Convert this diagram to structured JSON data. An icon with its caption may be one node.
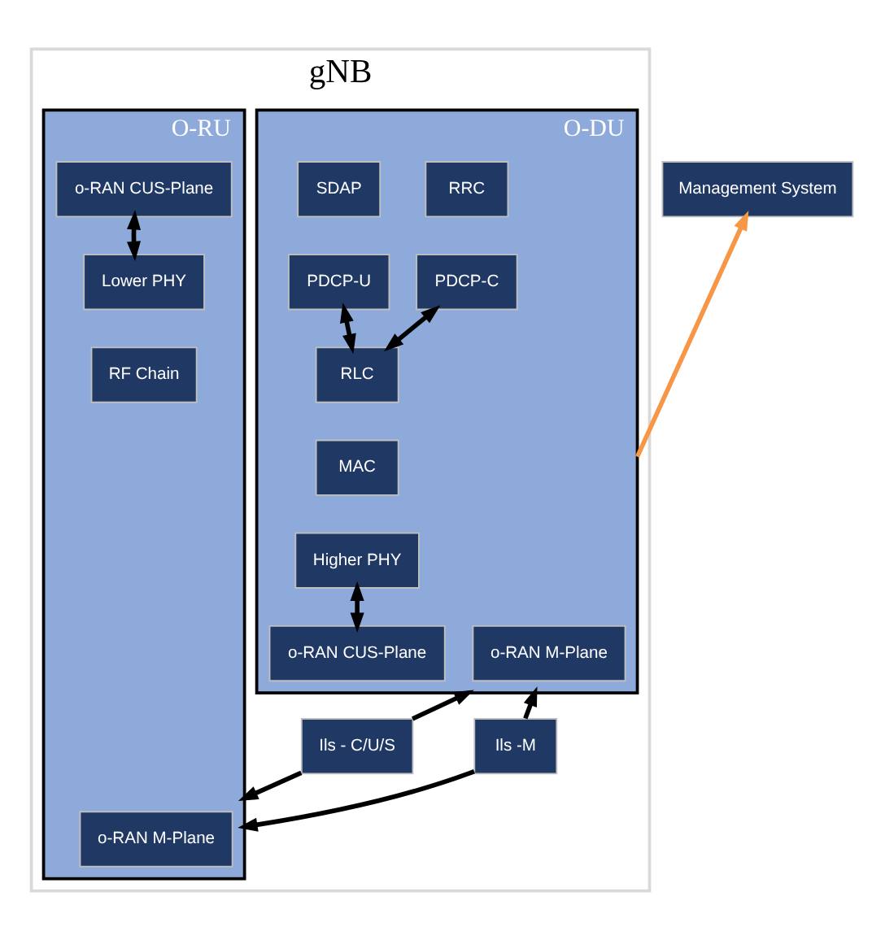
{
  "diagram": {
    "nodes": [
      {
        "text": [
          "gNB"
        ]
      },
      {
        "text": [
          "O-DU"
        ],
        "in": 0
      },
      {
        "text": [
          "RRC"
        ],
        "in": 1
      },
      {
        "text": [
          "PDCP-C"
        ],
        "in": 1
      },
      {
        "text": [
          "SDAP"
        ],
        "in": 1
      },
      {
        "text": [
          "PDCP-U"
        ],
        "in": 1
      },
      {
        "text": [
          "RLC"
        ],
        "in": 1
      },
      {
        "text": [
          "MAC"
        ],
        "in": 1
      },
      {
        "text": [
          "Higher PHY"
        ],
        "in": 1
      },
      {
        "text": [
          "o-RAN CUS-Plane"
        ],
        "in": 1
      },
      {
        "text": [
          "o-RAN M-Plane"
        ],
        "in": 1
      },
      {
        "text": [
          "Ils - C/U/S"
        ],
        "in": 0
      },
      {
        "text": [
          "Ils -M"
        ],
        "in": 0
      },
      {
        "text": [
          "O-RU"
        ],
        "in": 0
      },
      {
        "text": [
          "o-RAN CUS-Plane"
        ],
        "in": 13
      },
      {
        "text": [
          "o-RAN M-Plane"
        ],
        "in": 13
      },
      {
        "text": [
          "Lower PHY"
        ],
        "in": 13
      },
      {
        "text": [
          "RF Chain"
        ],
        "in": 13
      },
      {
        "text": [
          "Management System"
        ]
      }
    ],
    "edges": [
      {
        "from": 3,
        "to": 6,
        "arrow": "both"
      },
      {
        "from": 5,
        "to": 6,
        "arrow": "both"
      },
      {
        "from": 8,
        "to": 9,
        "arrow": "both"
      },
      {
        "from": 11,
        "to": 1,
        "arrow": "to"
      },
      {
        "from": 11,
        "to": 13,
        "arrow": "to"
      },
      {
        "from": 12,
        "to": 1,
        "arrow": "to"
      },
      {
        "from": 12,
        "to": 13,
        "arrow": "to"
      },
      {
        "from": 1,
        "to": 18,
        "arrow": "to",
        "color": "#f79646"
      },
      {
        "from": 14,
        "to": 16,
        "arrow": "both"
      }
    ]
  }
}
